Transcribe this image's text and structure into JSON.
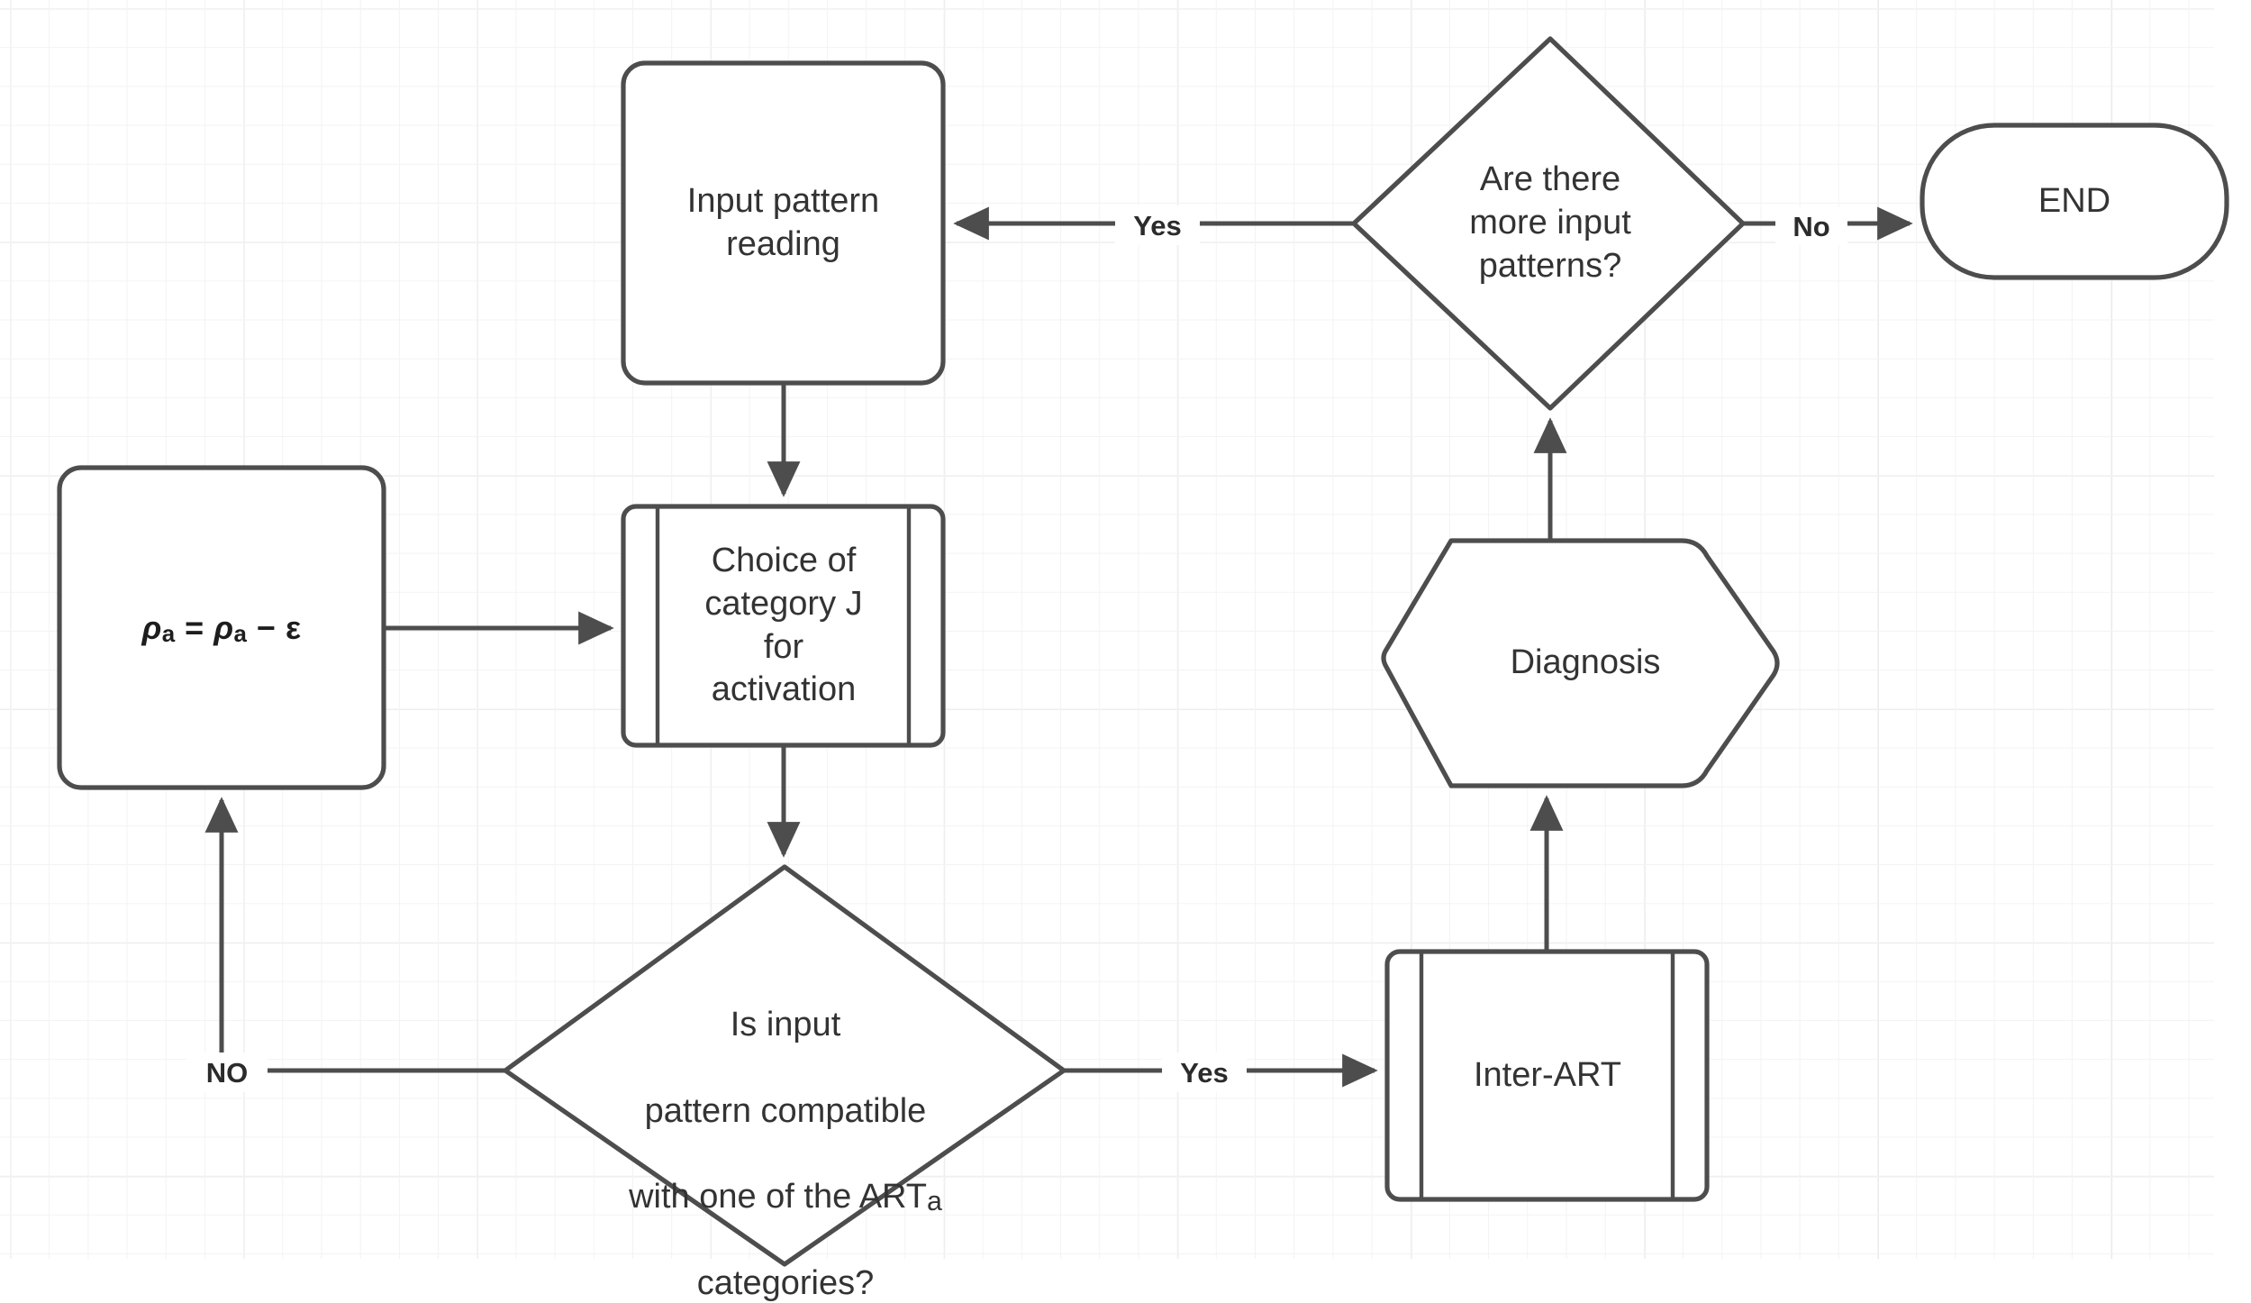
{
  "diagram": {
    "title": "ARTMAP classification flowchart",
    "background": {
      "type": "graph-paper-grid",
      "minor_grid_color": "#f3f3f3",
      "major_grid_color": "#ebebeb",
      "page_color": "#ffffff"
    },
    "stroke_color": "#4d4d4d",
    "text_color": "#333333",
    "nodes": [
      {
        "id": "input-pattern-reading",
        "shape": "rounded-rectangle",
        "label": "Input pattern\nreading"
      },
      {
        "id": "are-there-more-input-patterns",
        "shape": "diamond",
        "label": "Are there\nmore input\npatterns?"
      },
      {
        "id": "end",
        "shape": "stadium",
        "label": "END"
      },
      {
        "id": "rho-update",
        "shape": "rounded-rectangle",
        "label_rho": "ρ",
        "label_sub": "a",
        "label_eq": " = ",
        "label_rho2": "ρ",
        "label_sub2": "a",
        "label_minus": " − ",
        "label_eps": "ε",
        "label_plain": "ρa = ρa − ε"
      },
      {
        "id": "choice-of-category",
        "shape": "predefined-process",
        "label": "Choice of\ncategory J\nfor\nactivation"
      },
      {
        "id": "is-input-pattern-compatible",
        "shape": "diamond",
        "label_line1": "Is input",
        "label_line2": "pattern compatible",
        "label_line3_main": "with one of the ART",
        "label_line3_sub": "a",
        "label_line4": "categories?",
        "label_plain": "Is input\npattern compatible\nwith one of the ARTa\ncategories?"
      },
      {
        "id": "inter-art",
        "shape": "predefined-process",
        "label": "Inter-ART"
      },
      {
        "id": "diagnosis",
        "shape": "hexagon-preparation",
        "label": "Diagnosis"
      }
    ],
    "edges": [
      {
        "id": "more-patterns-to-input-reading",
        "from": "are-there-more-input-patterns",
        "to": "input-pattern-reading",
        "label": "Yes"
      },
      {
        "id": "more-patterns-to-end",
        "from": "are-there-more-input-patterns",
        "to": "end",
        "label": "No"
      },
      {
        "id": "input-reading-to-choice",
        "from": "input-pattern-reading",
        "to": "choice-of-category",
        "label": ""
      },
      {
        "id": "rho-update-to-choice",
        "from": "rho-update",
        "to": "choice-of-category",
        "label": ""
      },
      {
        "id": "choice-to-compatible",
        "from": "choice-of-category",
        "to": "is-input-pattern-compatible",
        "label": ""
      },
      {
        "id": "compatible-no-to-rho-update",
        "from": "is-input-pattern-compatible",
        "to": "rho-update",
        "label": "NO"
      },
      {
        "id": "compatible-yes-to-inter-art",
        "from": "is-input-pattern-compatible",
        "to": "inter-art",
        "label": "Yes"
      },
      {
        "id": "inter-art-to-diagnosis",
        "from": "inter-art",
        "to": "diagnosis",
        "label": ""
      },
      {
        "id": "diagnosis-to-more-patterns",
        "from": "diagnosis",
        "to": "are-there-more-input-patterns",
        "label": ""
      }
    ]
  }
}
